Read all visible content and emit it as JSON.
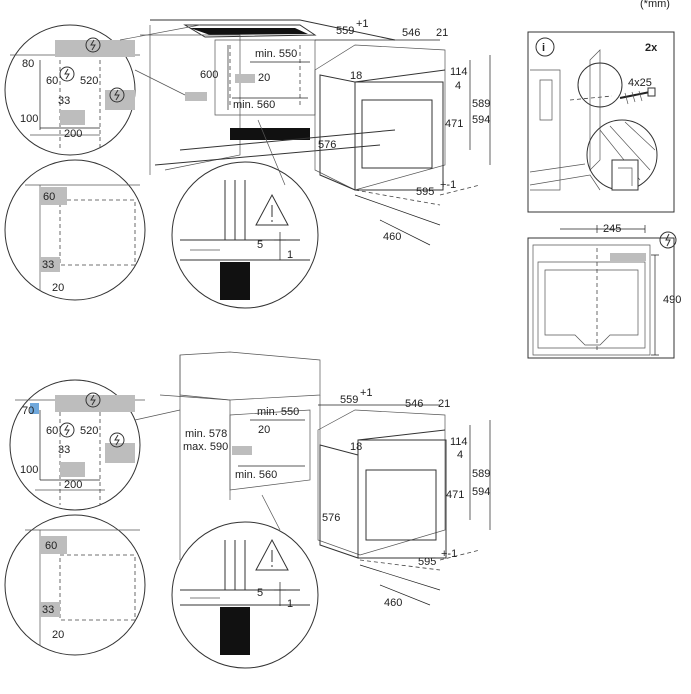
{
  "unit_note": "(*mm)",
  "info_panel": {
    "info_symbol": "i",
    "count": "2x",
    "screw": "4x25"
  },
  "socket_panel": {
    "dim_245": "245",
    "dim_490": "490"
  },
  "top": {
    "oven": {
      "w559": "559",
      "w559_sup": "+1",
      "w546": "546",
      "w21": "21",
      "h18": "18",
      "h114": "114",
      "h4": "4",
      "h589": "589",
      "h594": "594",
      "h471": "471",
      "h576": "576",
      "w595": "595",
      "w595_sup": "+-1",
      "d460": "460"
    },
    "cabinet": {
      "h600": "600",
      "min550": "min. 550",
      "d20": "20",
      "min560": "min. 560"
    },
    "circle_a": {
      "d80": "80",
      "d60": "60",
      "d520": "520",
      "d33": "33",
      "d100": "100",
      "d200": "200"
    },
    "circle_b": {
      "d60": "60",
      "d33": "33",
      "d20": "20"
    },
    "circle_c": {
      "d5": "5",
      "d1": "1"
    }
  },
  "bottom": {
    "oven": {
      "w559": "559",
      "w559_sup": "+1",
      "w546": "546",
      "w21": "21",
      "h18": "18",
      "h114": "114",
      "h4": "4",
      "h589": "589",
      "h594": "594",
      "h471": "471",
      "h576": "576",
      "w595": "595",
      "w595_sup": "+-1",
      "d460": "460"
    },
    "cabinet": {
      "min578": "min. 578",
      "max590": "max. 590",
      "min550": "min. 550",
      "d20": "20",
      "min560": "min. 560"
    },
    "circle_a": {
      "d70": "70",
      "d60": "60",
      "d520": "520",
      "d33": "33",
      "d100": "100",
      "d200": "200"
    },
    "circle_b": {
      "d60": "60",
      "d33": "33",
      "d20": "20"
    },
    "circle_c": {
      "d5": "5",
      "d1": "1"
    }
  },
  "colors": {
    "socket_gray": "#bdbdbd",
    "highlight_blue": "#6fa8dc",
    "line": "#333333"
  }
}
